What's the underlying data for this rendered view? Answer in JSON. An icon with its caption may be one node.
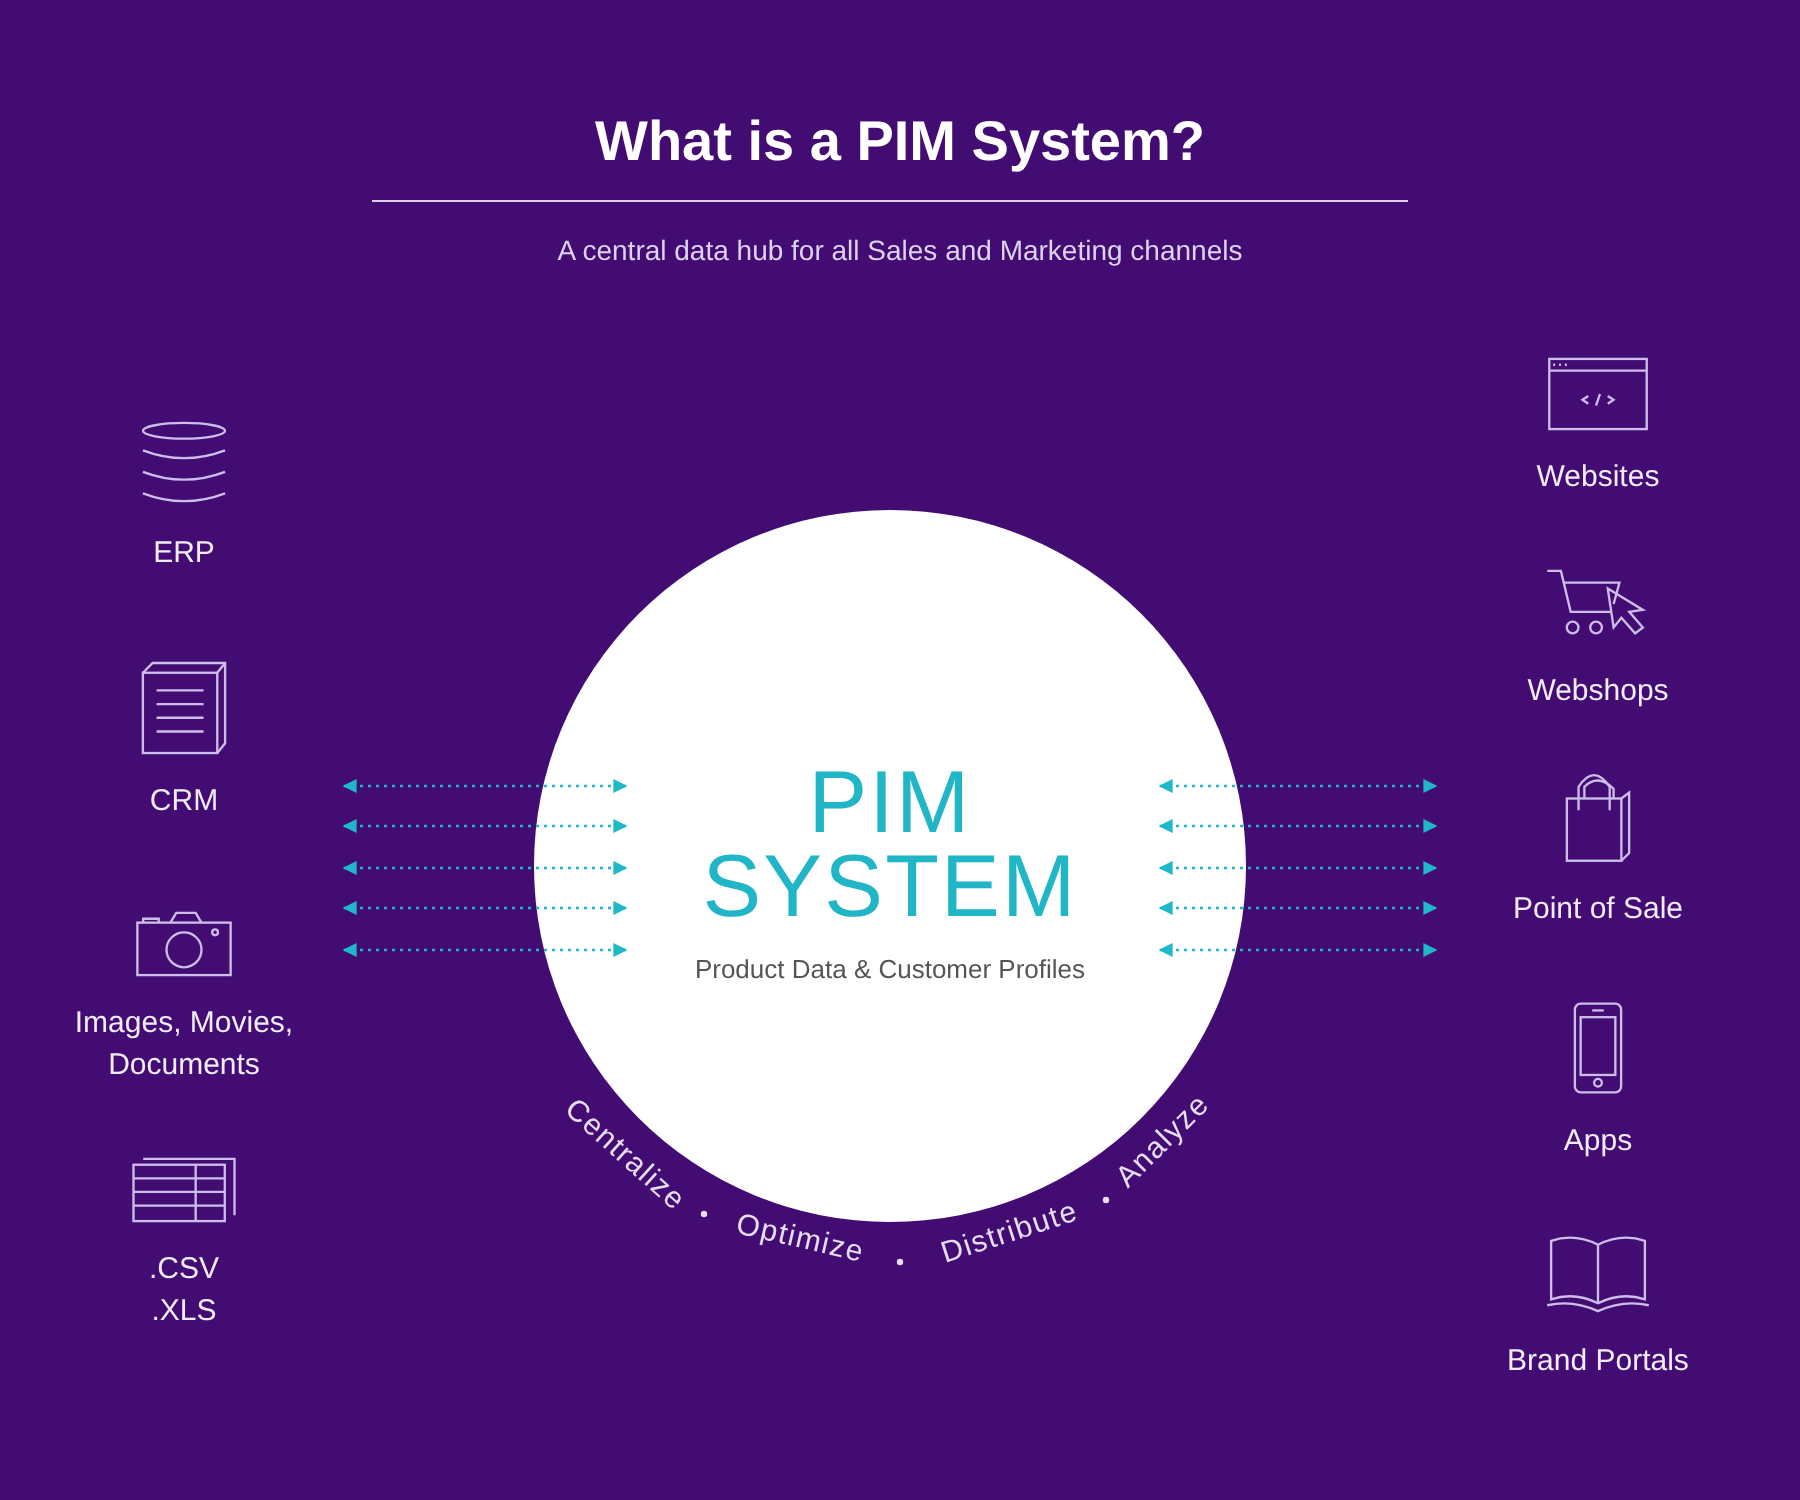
{
  "diagram": {
    "title": "What is a PIM System?",
    "nodes": [
      {
        "text": [
          "ERP"
        ]
      },
      {
        "text": [
          "CRM"
        ]
      },
      {
        "text": [
          "Images, Movies, Documents"
        ]
      },
      {
        "text": [
          ".CSV .XLS"
        ]
      },
      {
        "text": [
          "PIM SYSTEM",
          "Product Data & Customer Profiles"
        ]
      },
      {
        "text": [
          "Websites"
        ]
      },
      {
        "text": [
          "Webshops"
        ]
      },
      {
        "text": [
          "Point of Sale"
        ]
      },
      {
        "text": [
          "Apps"
        ]
      },
      {
        "text": [
          "Brand Portals"
        ]
      }
    ],
    "edges": [
      {
        "from": null,
        "to": 4,
        "arrow": "both",
        "style": "dashed"
      },
      {
        "from": null,
        "to": 4,
        "arrow": "both",
        "style": "dashed"
      },
      {
        "from": null,
        "to": 4,
        "arrow": "both",
        "style": "dashed"
      },
      {
        "from": null,
        "to": 4,
        "arrow": "both",
        "style": "dashed"
      },
      {
        "from": null,
        "to": 4,
        "arrow": "both",
        "style": "dashed"
      },
      {
        "from": 4,
        "to": null,
        "arrow": "both",
        "style": "dashed"
      },
      {
        "from": 4,
        "to": null,
        "arrow": "both",
        "style": "dashed"
      },
      {
        "from": 4,
        "to": null,
        "arrow": "both",
        "style": "dashed"
      },
      {
        "from": 4,
        "to": null,
        "arrow": "both",
        "style": "dashed"
      },
      {
        "from": 4,
        "to": null,
        "arrow": "both",
        "style": "dashed"
      }
    ],
    "labels": [
      "A central data hub for all Sales and Marketing channels",
      "Centralize",
      "Optimize",
      "Distribute",
      "Analyze"
    ]
  }
}
